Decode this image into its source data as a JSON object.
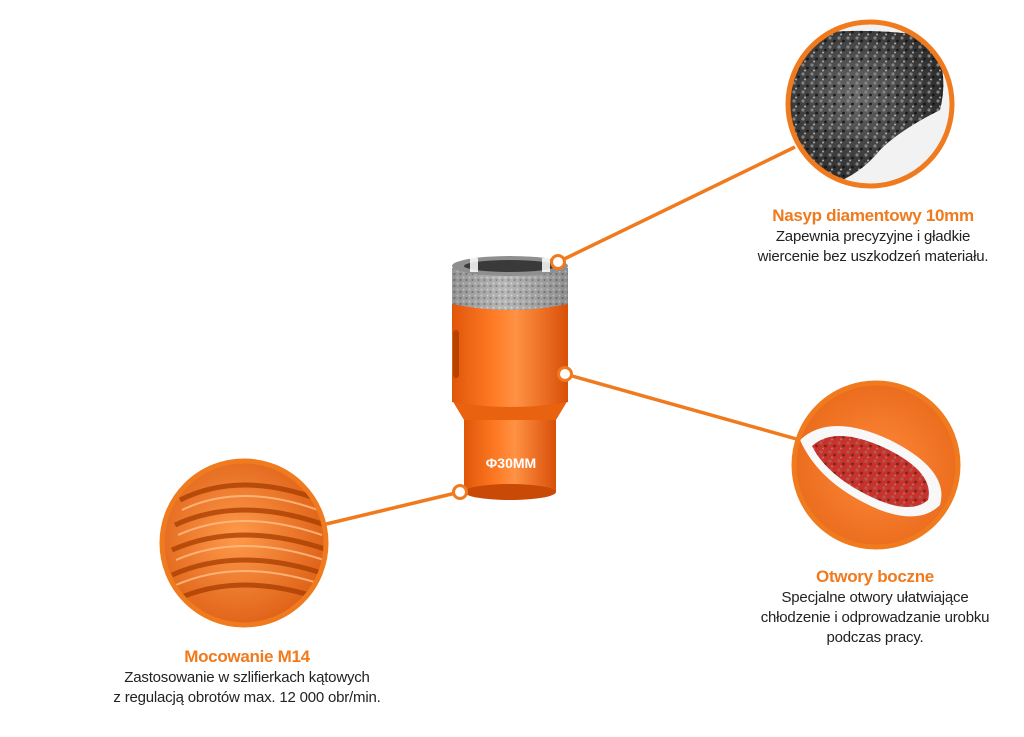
{
  "product": {
    "size_label": "Φ30MM"
  },
  "colors": {
    "accent": "#f07a1e",
    "drill_body": "#f26a14",
    "diamond_grit": "#9a9a9a",
    "text": "#222222"
  },
  "callouts": {
    "diamond": {
      "title": "Nasyp diamentowy 10mm",
      "line1": "Zapewnia precyzyjne i gładkie",
      "line2": "wiercenie bez uszkodzeń materiału."
    },
    "holes": {
      "title": "Otwory boczne",
      "line1": "Specjalne otwory ułatwiające",
      "line2": "chłodzenie i odprowadzanie urobku",
      "line3": "podczas pracy."
    },
    "mount": {
      "title": "Mocowanie M14",
      "line1": "Zastosowanie w szlifierkach kątowych",
      "line2": "z regulacją obrotów max. 12 000 obr/min."
    }
  }
}
